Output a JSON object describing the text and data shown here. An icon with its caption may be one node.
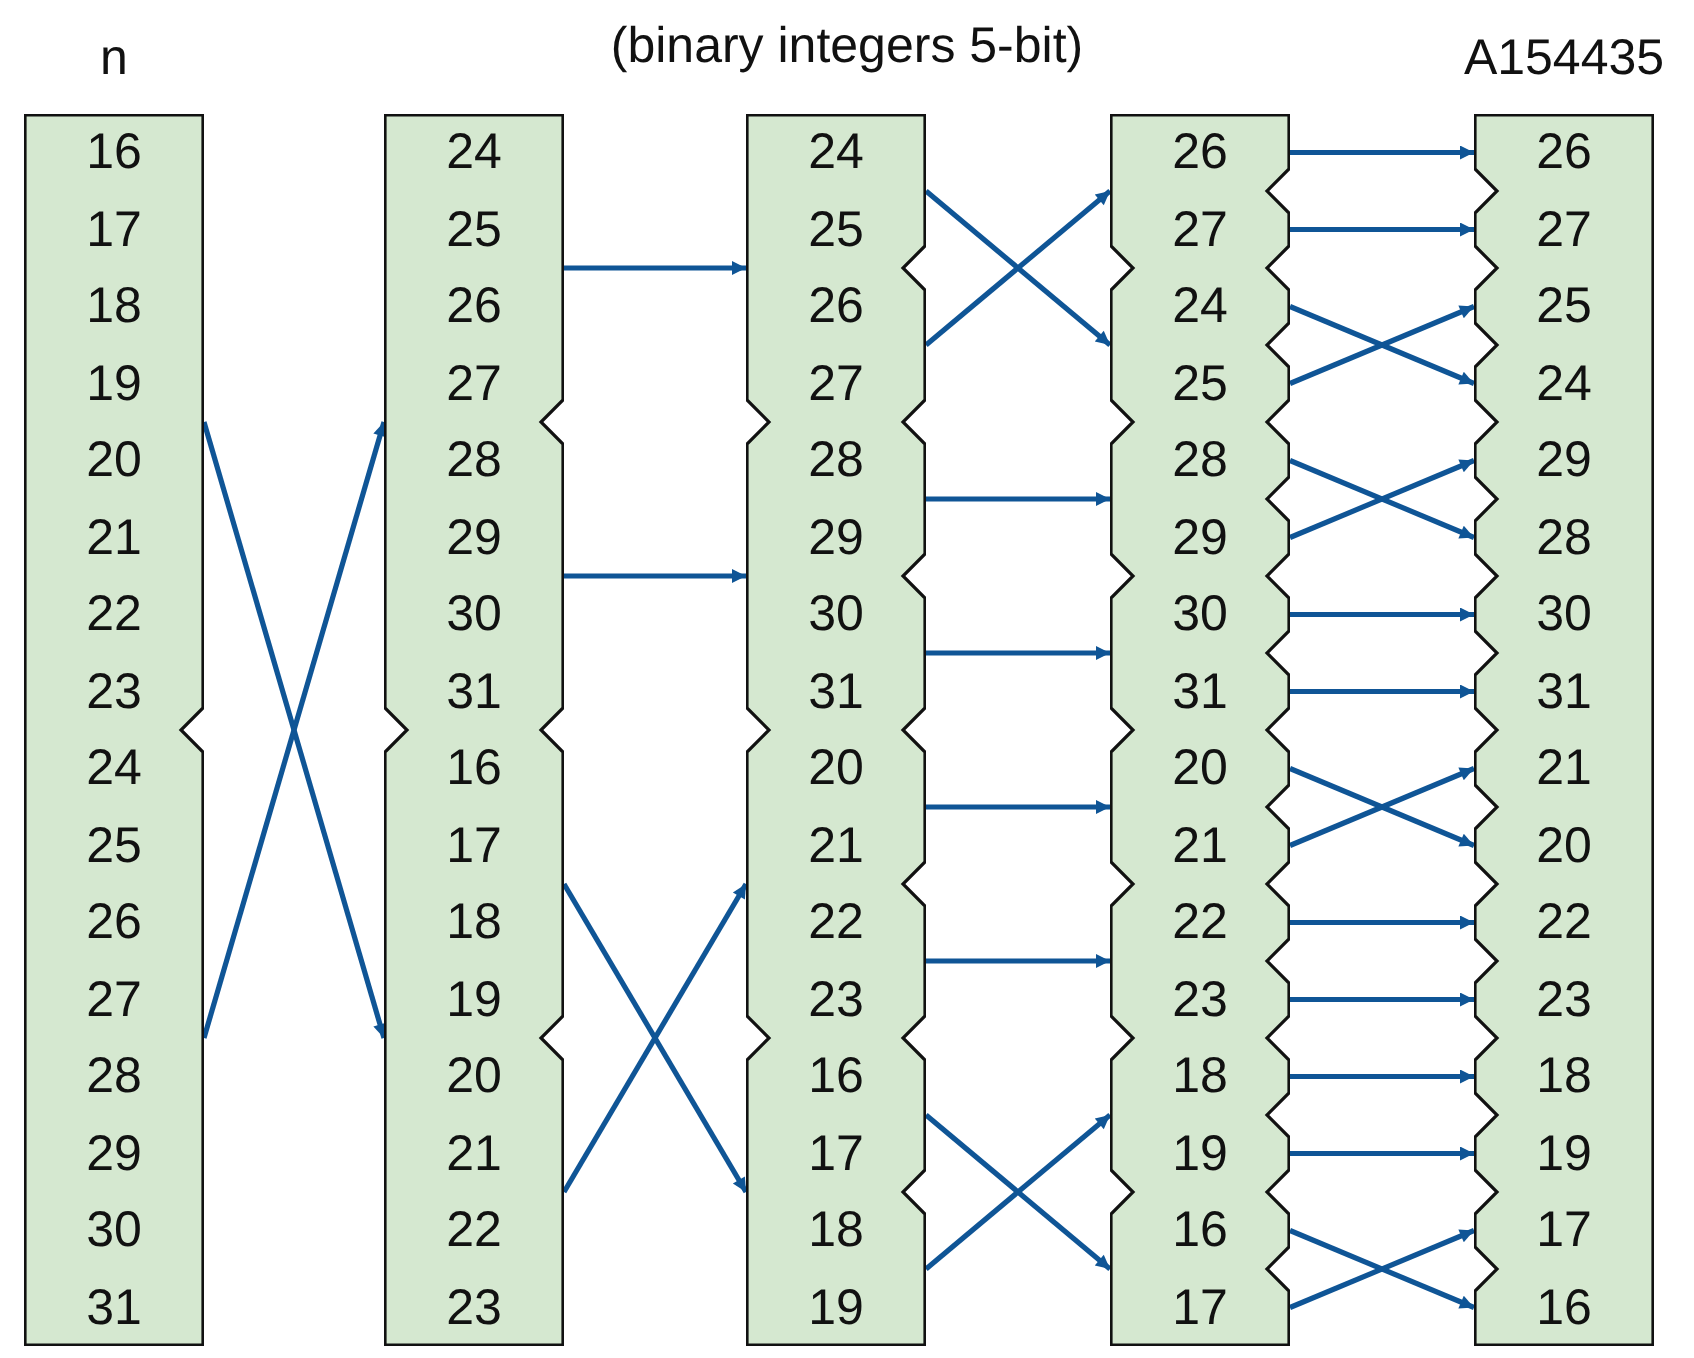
{
  "diagram": {
    "title": "(binary integers 5-bit)",
    "nodes": [
      {
        "text": [
          "n",
          "16",
          "17",
          "18",
          "19",
          "20",
          "21",
          "22",
          "23",
          "24",
          "25",
          "26",
          "27",
          "28",
          "29",
          "30",
          "31"
        ]
      },
      {
        "text": [
          "24",
          "25",
          "26",
          "27",
          "28",
          "29",
          "30",
          "31",
          "16",
          "17",
          "18",
          "19",
          "20",
          "21",
          "22",
          "23"
        ]
      },
      {
        "text": [
          "24",
          "25",
          "26",
          "27",
          "28",
          "29",
          "30",
          "31",
          "20",
          "21",
          "22",
          "23",
          "16",
          "17",
          "18",
          "19"
        ]
      },
      {
        "text": [
          "26",
          "27",
          "24",
          "25",
          "28",
          "29",
          "30",
          "31",
          "20",
          "21",
          "22",
          "23",
          "18",
          "19",
          "16",
          "17"
        ]
      },
      {
        "text": [
          "A154435",
          "26",
          "27",
          "25",
          "24",
          "29",
          "28",
          "30",
          "31",
          "21",
          "20",
          "22",
          "23",
          "18",
          "19",
          "17",
          "16"
        ]
      }
    ],
    "edges": [
      {
        "from": 0,
        "to": 1,
        "arrow": "to"
      },
      {
        "from": 0,
        "to": 1,
        "arrow": "to"
      },
      {
        "from": 1,
        "to": 2,
        "arrow": "to"
      },
      {
        "from": 1,
        "to": 2,
        "arrow": "to"
      },
      {
        "from": 1,
        "to": 2,
        "arrow": "to"
      },
      {
        "from": 1,
        "to": 2,
        "arrow": "to"
      },
      {
        "from": 2,
        "to": 3,
        "arrow": "to"
      },
      {
        "from": 2,
        "to": 3,
        "arrow": "to"
      },
      {
        "from": 2,
        "to": 3,
        "arrow": "to"
      },
      {
        "from": 2,
        "to": 3,
        "arrow": "to"
      },
      {
        "from": 2,
        "to": 3,
        "arrow": "to"
      },
      {
        "from": 2,
        "to": 3,
        "arrow": "to"
      },
      {
        "from": 2,
        "to": 3,
        "arrow": "to"
      },
      {
        "from": 2,
        "to": 3,
        "arrow": "to"
      },
      {
        "from": 3,
        "to": 4,
        "arrow": "to"
      },
      {
        "from": 3,
        "to": 4,
        "arrow": "to"
      },
      {
        "from": 3,
        "to": 4,
        "arrow": "to"
      },
      {
        "from": 3,
        "to": 4,
        "arrow": "to"
      },
      {
        "from": 3,
        "to": 4,
        "arrow": "to"
      },
      {
        "from": 3,
        "to": 4,
        "arrow": "to"
      },
      {
        "from": 3,
        "to": 4,
        "arrow": "to"
      },
      {
        "from": 3,
        "to": 4,
        "arrow": "to"
      },
      {
        "from": 3,
        "to": 4,
        "arrow": "to"
      },
      {
        "from": 3,
        "to": 4,
        "arrow": "to"
      },
      {
        "from": 3,
        "to": 4,
        "arrow": "to"
      },
      {
        "from": 3,
        "to": 4,
        "arrow": "to"
      },
      {
        "from": 3,
        "to": 4,
        "arrow": "to"
      },
      {
        "from": 3,
        "to": 4,
        "arrow": "to"
      },
      {
        "from": 3,
        "to": 4,
        "arrow": "to"
      },
      {
        "from": 3,
        "to": 4,
        "arrow": "to"
      }
    ]
  }
}
